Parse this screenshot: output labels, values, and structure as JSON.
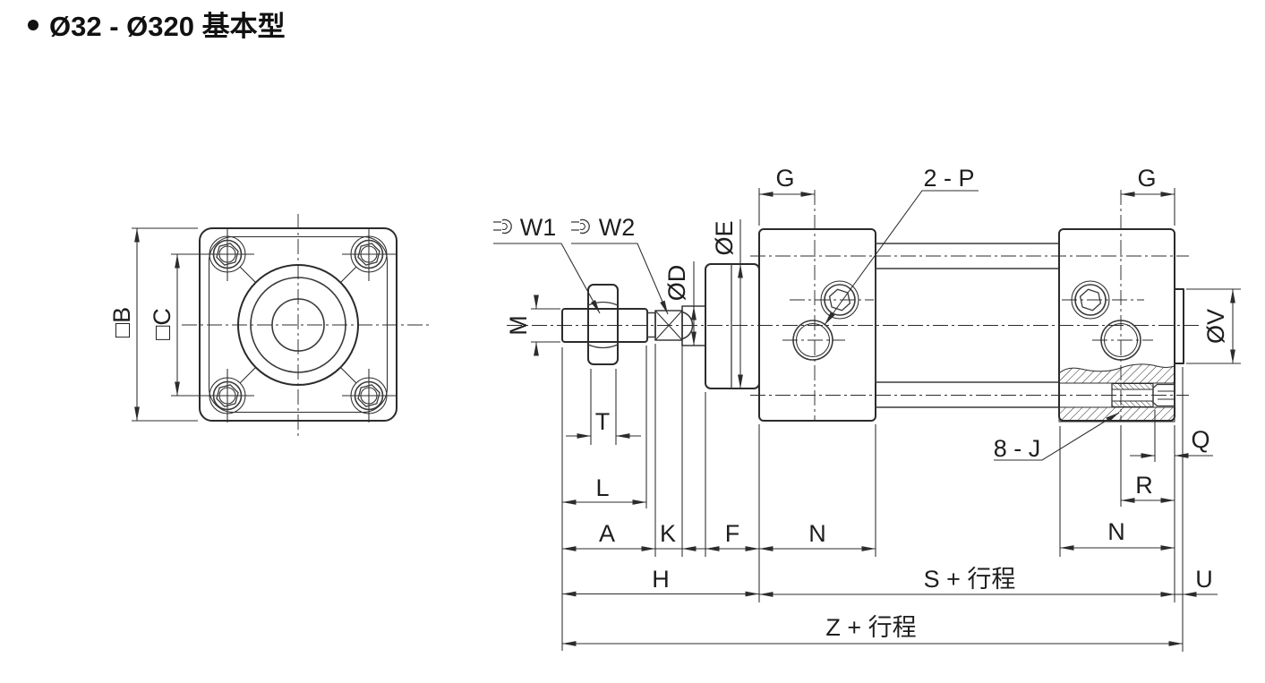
{
  "title": {
    "text": "Ø32 - Ø320 基本型"
  },
  "colors": {
    "line": "#2b2b2b",
    "background": "#ffffff"
  },
  "front_view": {
    "label_b": "□B",
    "label_c": "□C"
  },
  "side_view": {
    "label_w1": "W1",
    "label_w2": "W2",
    "label_m": "M",
    "label_d": "ØD",
    "label_e": "ØE",
    "label_g_front": "G",
    "label_2p": "2 - P",
    "label_g_rear": "G",
    "label_v": "ØV",
    "label_8j": "8 - J",
    "label_q": "Q",
    "label_r": "R",
    "label_t": "T",
    "label_l": "L",
    "label_a": "A",
    "label_k": "K",
    "label_f": "F",
    "label_n_front": "N",
    "label_n_rear": "N",
    "label_h": "H",
    "label_s": "S + 行程",
    "label_u": "U",
    "label_z": "Z + 行程"
  }
}
